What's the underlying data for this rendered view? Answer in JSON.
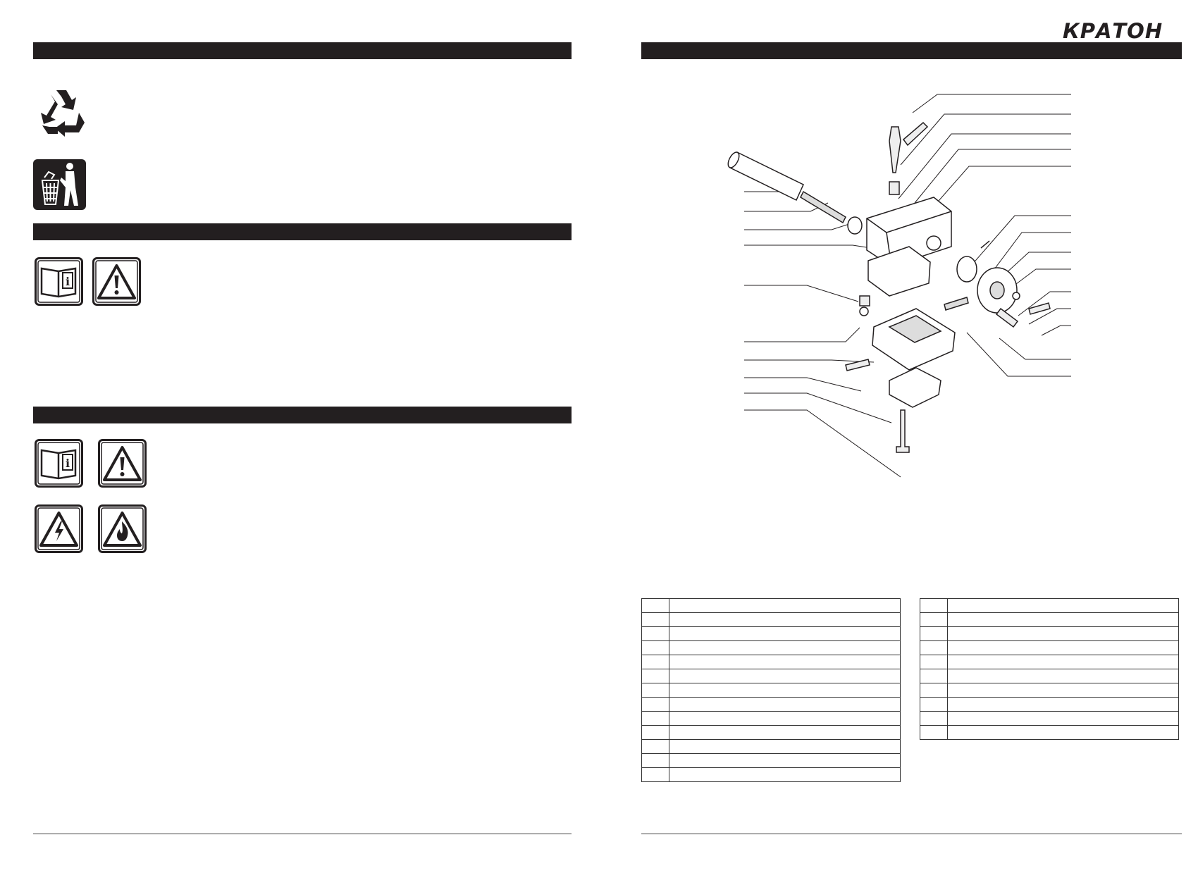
{
  "brand": {
    "logo_text": "КРАТОН"
  },
  "icons": {
    "recycle": "recycle-icon",
    "disposal": "trash-bin-person-icon",
    "manual": "manual-info-icon",
    "warning": "warning-triangle-icon",
    "electric": "electric-shock-warning-icon",
    "fire": "fire-hazard-warning-icon"
  },
  "colors": {
    "bars": "#231f20",
    "page": "#ffffff",
    "ink": "#1a1a1a"
  },
  "parts_table": {
    "left_rows": 13,
    "right_rows": 10
  }
}
